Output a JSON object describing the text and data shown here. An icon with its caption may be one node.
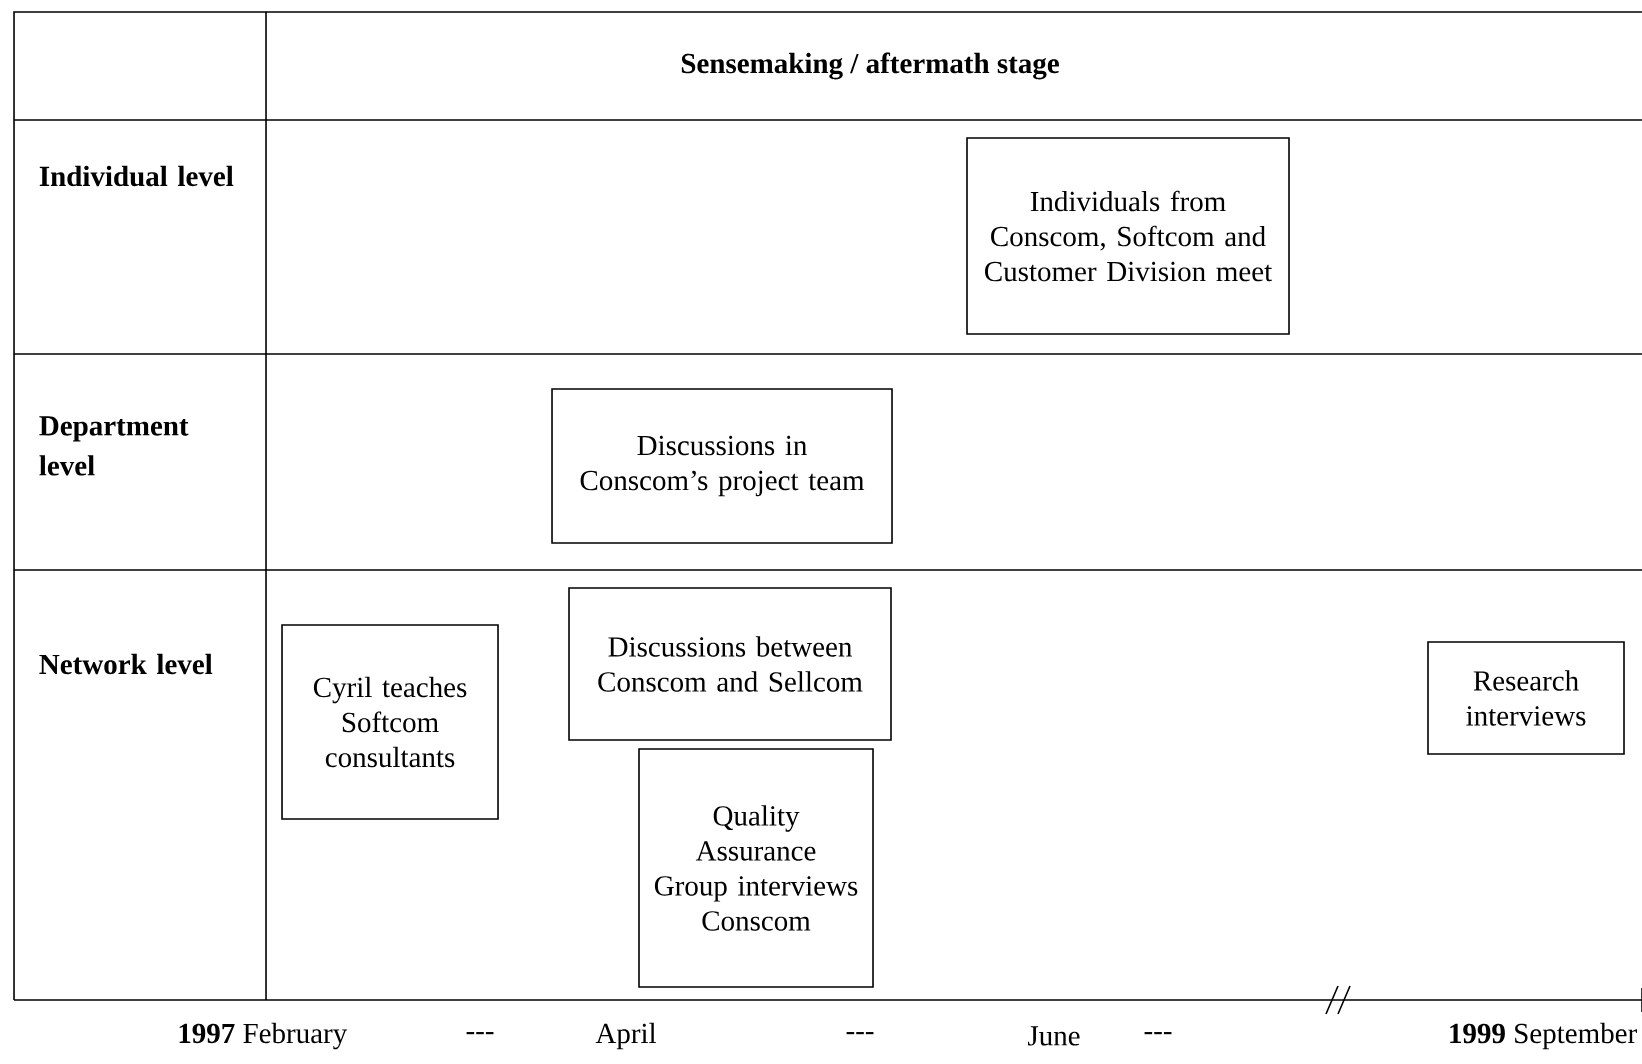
{
  "diagram": {
    "nodes": [
      {
        "text": [
          "Individuals from Conscom, Softcom and Customer Division meet"
        ]
      },
      {
        "text": [
          "Discussions in Conscom’s project team"
        ]
      },
      {
        "text": [
          "Cyril teaches Softcom consultants"
        ]
      },
      {
        "text": [
          "Discussions between Conscom and Sellcom"
        ]
      },
      {
        "text": [
          "Quality Assurance Group interviews Conscom"
        ]
      },
      {
        "text": [
          "Research interviews"
        ]
      }
    ],
    "edges": [],
    "labels": [
      "Sensemaking / aftermath stage",
      "Individual level",
      "Department level",
      "Network level",
      "**1997** February",
      "---",
      "April",
      "---",
      "June",
      "---",
      "**1999** September"
    ]
  }
}
